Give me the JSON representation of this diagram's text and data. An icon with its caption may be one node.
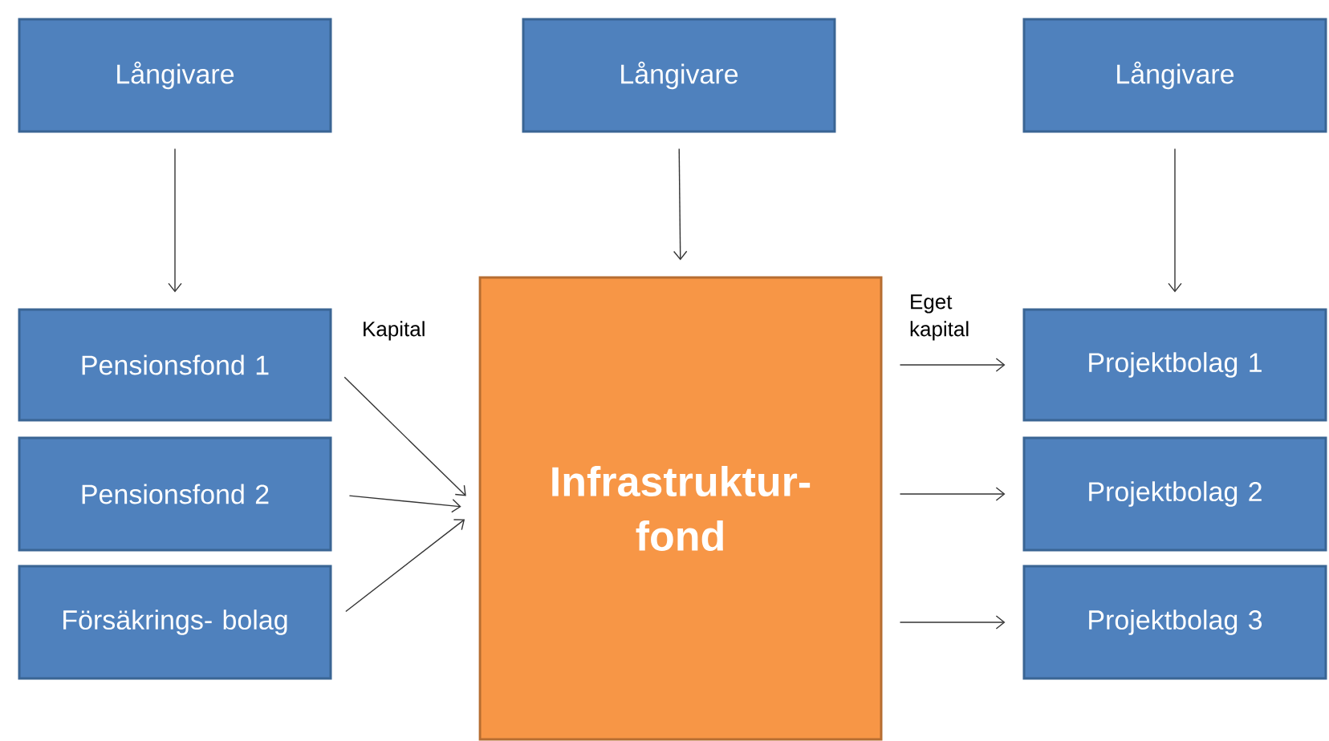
{
  "diagram": {
    "nodes": [
      {
        "text": [
          "Långivare"
        ]
      },
      {
        "text": [
          "Långivare"
        ]
      },
      {
        "text": [
          "Långivare"
        ]
      },
      {
        "text": [
          "Pensionsfond 1"
        ]
      },
      {
        "text": [
          "Pensionsfond 2"
        ]
      },
      {
        "text": [
          "Försäkrings- bolag"
        ]
      },
      {
        "text": [
          "Infrastruktur- fond"
        ]
      },
      {
        "text": [
          "Projektbolag 1"
        ]
      },
      {
        "text": [
          "Projektbolag 2"
        ]
      },
      {
        "text": [
          "Projektbolag 3"
        ]
      }
    ],
    "edges": [
      {
        "from": 0,
        "to": 3,
        "arrow": "to"
      },
      {
        "from": 1,
        "to": 6,
        "arrow": "to"
      },
      {
        "from": 2,
        "to": 7,
        "arrow": "to"
      },
      {
        "from": 3,
        "to": 6,
        "arrow": "to",
        "label": "Kapital"
      },
      {
        "from": 4,
        "to": 6,
        "arrow": "to"
      },
      {
        "from": 5,
        "to": 6,
        "arrow": "to"
      },
      {
        "from": 6,
        "to": 7,
        "arrow": "to",
        "label": "Eget kapital"
      },
      {
        "from": 6,
        "to": 8,
        "arrow": "to"
      },
      {
        "from": 6,
        "to": 9,
        "arrow": "to"
      }
    ]
  }
}
